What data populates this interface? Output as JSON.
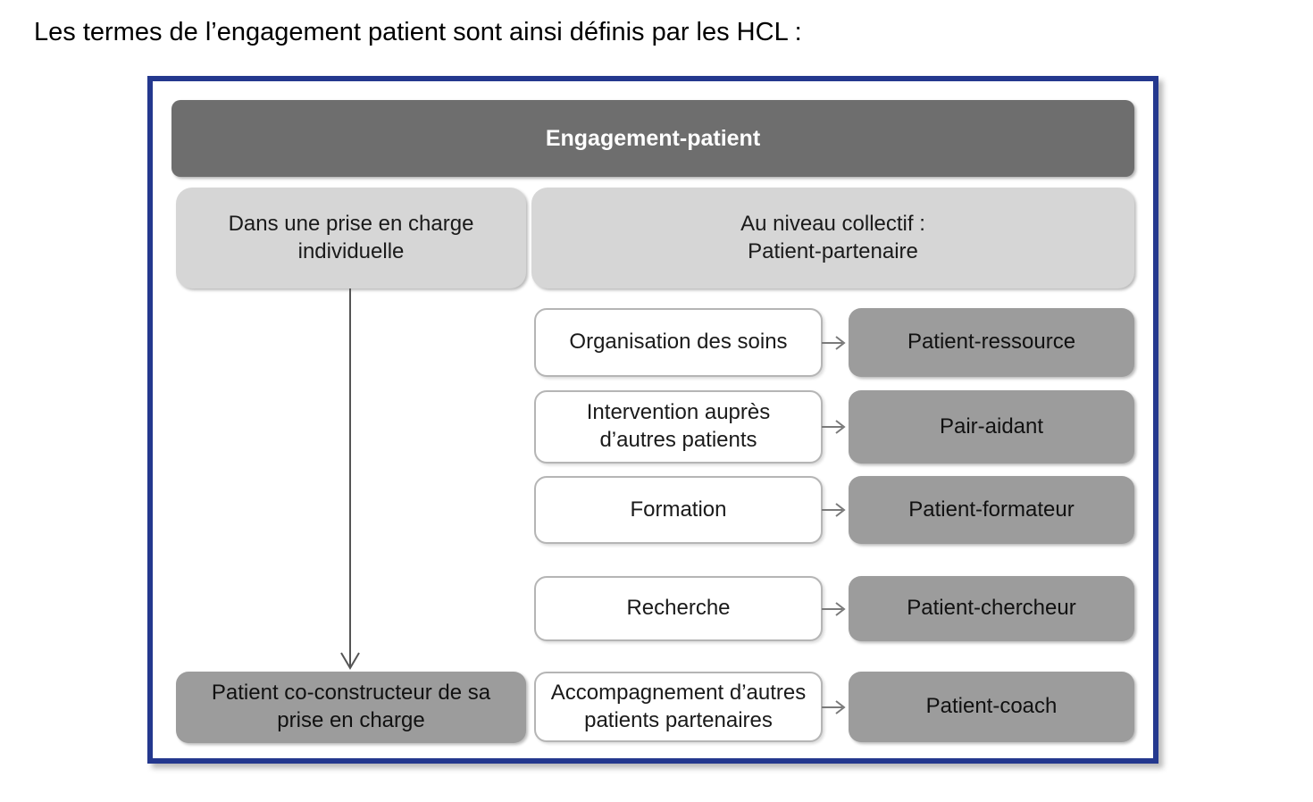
{
  "intro_text": "Les termes de l’engagement patient sont ainsi définis par les HCL :",
  "diagram": {
    "title": "Engagement-patient",
    "left_column": {
      "top_label": "Dans une prise en charge\nindividuelle",
      "bottom_label": "Patient co-constructeur de sa\nprise en charge"
    },
    "right_column": {
      "header": "Au niveau collectif :\nPatient-partenaire",
      "rows": [
        {
          "activity": "Organisation des soins",
          "role": "Patient-ressource"
        },
        {
          "activity": "Intervention auprès\nd’autres patients",
          "role": "Pair-aidant"
        },
        {
          "activity": "Formation",
          "role": "Patient-formateur"
        },
        {
          "activity": "Recherche",
          "role": "Patient-chercheur"
        },
        {
          "activity": "Accompagnement d’autres\npatients partenaires",
          "role": "Patient-coach"
        }
      ]
    },
    "colors": {
      "frame_border": "#24388e",
      "title_bar_bg": "#6e6e6e",
      "title_text": "#ffffff",
      "light_box_bg": "#d6d6d6",
      "role_box_bg": "#9c9c9c",
      "activity_box_border": "#b5b5b5",
      "arrow": "#7a7a7a",
      "text": "#1a1a1a"
    }
  }
}
